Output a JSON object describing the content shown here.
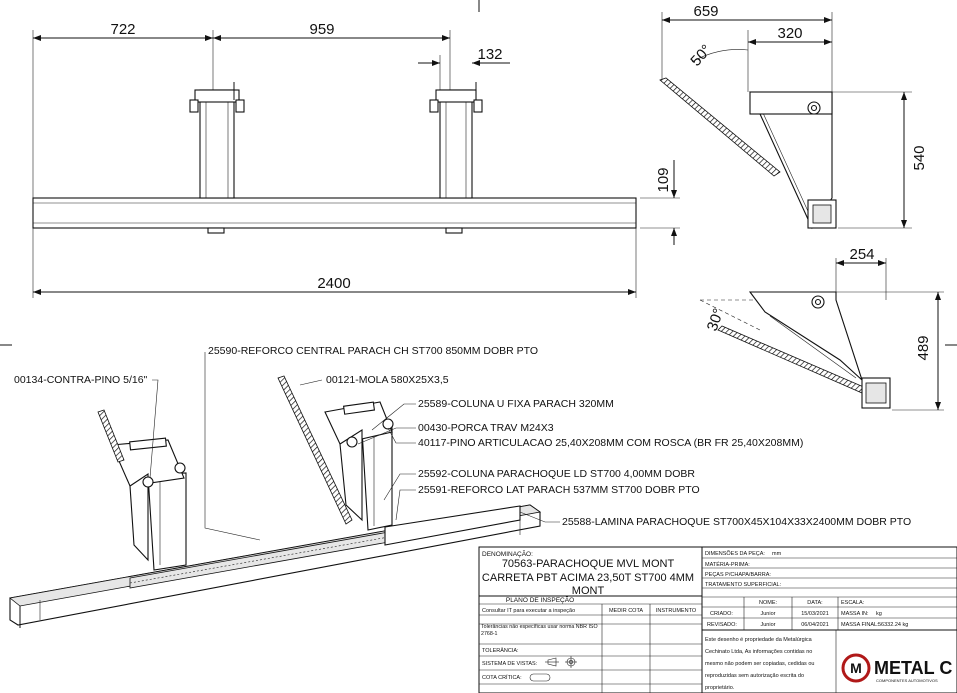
{
  "dimensions": {
    "front": {
      "d722": "722",
      "d959": "959",
      "d132": "132",
      "d109": "109",
      "d2400": "2400"
    },
    "side_top": {
      "d659": "659",
      "d320": "320",
      "d540": "540",
      "angle": "50°"
    },
    "side_bottom": {
      "d254": "254",
      "d489": "489",
      "angle": "30°"
    }
  },
  "callouts": [
    "25590-REFORCO CENTRAL PARACH CH ST700 850MM DOBR PTO",
    "00134-CONTRA-PINO 5/16\"",
    "00121-MOLA 580X25X3,5",
    "25589-COLUNA U FIXA PARACH 320MM",
    "00430-PORCA TRAV M24X3",
    "40117-PINO ARTICULACAO 25,40X208MM COM ROSCA (BR FR 25,40X208MM)",
    "25592-COLUNA PARACHOQUE LD ST700 4,00MM DOBR",
    "25591-REFORCO LAT PARACH 537MM ST700 DOBR PTO",
    "25588-LAMINA PARACHOQUE ST700X45X104X33X2400MM DOBR PTO"
  ],
  "title_block": {
    "denominacao_label": "DENOMINAÇÃO:",
    "title_lines": [
      "70563-PARACHOQUE MVL MONT",
      "CARRETA PBT ACIMA 23,50T ST700 4MM",
      "MONT"
    ],
    "dim_peca_label": "DIMENSÕES DA PEÇA:",
    "dim_peca_unit": "mm",
    "materia_prima": "MATÉRIA-PRIMA:",
    "pecas": "PEÇAS P/CHAPA/BARRA:",
    "tratamento": "TRATAMENTO SUPERFICIAL:",
    "plano": "PLANO DE INSPEÇÃO",
    "consultar": "Consultar IT para executar a inspeção",
    "medir_cota": "MEDIR COTA",
    "instrumento": "INSTRUMENTO",
    "tolerancias": "Tolerâncias não específicas usar norma NBR ISO 2768-1",
    "tolerancia": "TOLERÂNCIA:",
    "sistema": "SISTEMA DE VISTAS:",
    "cota_critica": "COTA CRÍTICA:",
    "hdr_nome": "NOME:",
    "hdr_data": "DATA:",
    "hdr_escala": "ESCALA:",
    "criado": "CRIADO:",
    "criado_nome": "Junior",
    "criado_data": "15/03/2021",
    "massa_in": "MASSA IN:",
    "massa_in_unit": "kg",
    "revisado": "REVISADO:",
    "revisado_nome": "Junior",
    "revisado_data": "06/04/2021",
    "massa_final": "MASSA FINAL:",
    "massa_final_val": "56332.24 kg",
    "note": [
      "Este desenho é propriedade da Metalúrgica",
      "Cechinato Ltda, As informações contidas no",
      "mesmo não podem ser copiadas, cedidas ou",
      "reproduzidas sem autorização escrita do",
      "proprietário."
    ],
    "logo_letter": "M",
    "logo_text": "METAL C",
    "logo_sub": "COMPONENTES AUTOMOTIVOS"
  }
}
